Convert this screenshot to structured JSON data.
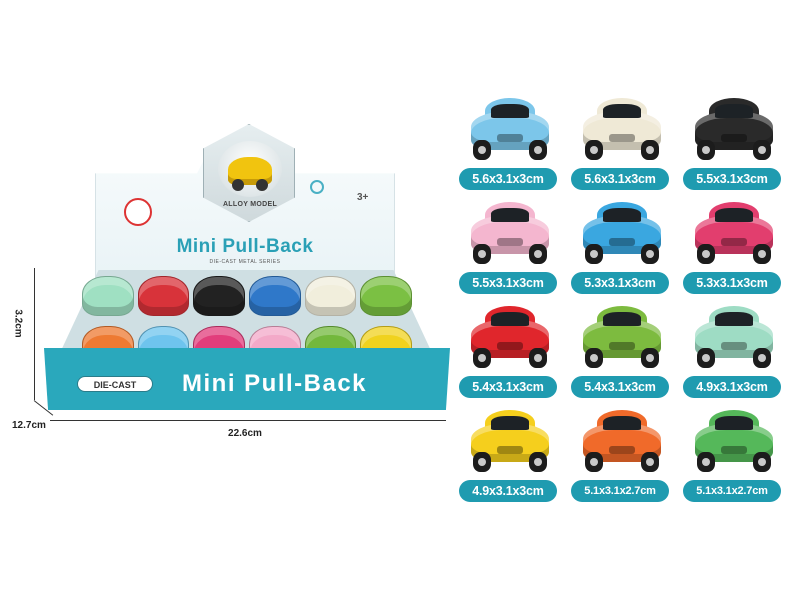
{
  "box": {
    "lid_title": "Mini Pull-Back",
    "lid_subtitle": "DIE-CAST METAL SERIES",
    "badge_label": "ALLOY MODEL",
    "age_mark": "3+",
    "die_cast_label": "DIE-CAST",
    "front_title": "Mini Pull-Back",
    "tray_colors": [
      "#9fe0c2",
      "#d8333a",
      "#222222",
      "#2f78c9",
      "#f1eedc",
      "#7bc043",
      "#ee7a32",
      "#6ec4ee",
      "#e23d7b",
      "#f3a9c8",
      "#73b83c",
      "#f0d21e"
    ]
  },
  "dimensions": {
    "width": "22.6cm",
    "height": "3.2cm",
    "depth": "12.7cm"
  },
  "cars": [
    {
      "color": "#7cc6ea",
      "size": "5.6x3.1x3cm"
    },
    {
      "color": "#efe9d6",
      "size": "5.6x3.1x3cm"
    },
    {
      "color": "#2a2a2a",
      "size": "5.5x3.1x3cm"
    },
    {
      "color": "#f4b6cf",
      "size": "5.5x3.1x3cm"
    },
    {
      "color": "#3aa7e0",
      "size": "5.3x3.1x3cm"
    },
    {
      "color": "#e23e6e",
      "size": "5.3x3.1x3cm"
    },
    {
      "color": "#e0262c",
      "size": "5.4x3.1x3cm"
    },
    {
      "color": "#7dbb3f",
      "size": "5.4x3.1x3cm"
    },
    {
      "color": "#9edcc4",
      "size": "4.9x3.1x3cm"
    },
    {
      "color": "#f5cf1d",
      "size": "4.9x3.1x3cm"
    },
    {
      "color": "#f06a2a",
      "size": "5.1x3.1x2.7cm"
    },
    {
      "color": "#55b85a",
      "size": "5.1x3.1x2.7cm"
    }
  ],
  "colors": {
    "accent": "#1f9bb0",
    "box_blue": "#2aa8bc"
  }
}
